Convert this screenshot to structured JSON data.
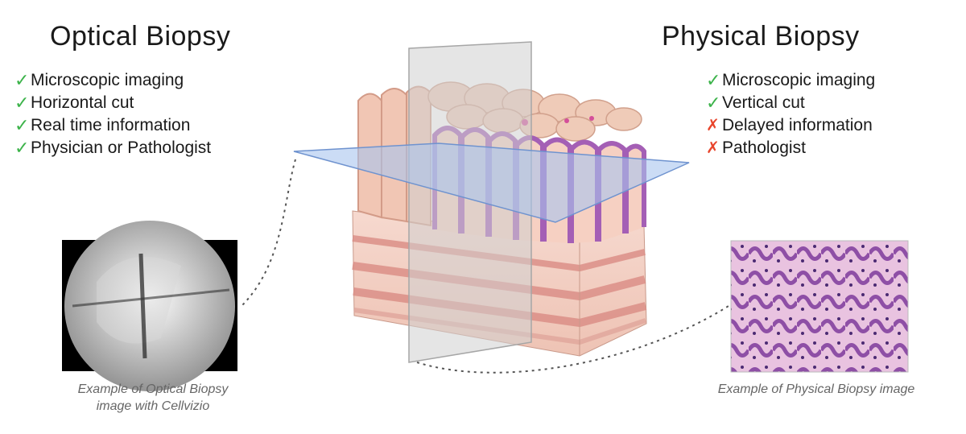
{
  "optical": {
    "title": "Optical Biopsy",
    "items": [
      {
        "mark": "ok",
        "text": "Microscopic imaging"
      },
      {
        "mark": "ok",
        "text": "Horizontal cut"
      },
      {
        "mark": "ok",
        "text": "Real time information"
      },
      {
        "mark": "ok",
        "text": "Physician or Pathologist"
      }
    ],
    "caption_line1": "Example of Optical Biopsy",
    "caption_line2": "image with Cellvizio"
  },
  "physical": {
    "title": "Physical Biopsy",
    "items": [
      {
        "mark": "ok",
        "text": "Microscopic imaging"
      },
      {
        "mark": "ok",
        "text": "Vertical cut"
      },
      {
        "mark": "no",
        "text": "Delayed information"
      },
      {
        "mark": "no",
        "text": "Pathologist"
      }
    ],
    "caption": "Example of Physical Biopsy image"
  },
  "marks": {
    "ok": "✓",
    "no": "✗"
  },
  "colors": {
    "check": "#3cb34a",
    "cross": "#e8452c",
    "horizontal_plane": "#a9c4ee",
    "vertical_plane": "#cfcfcf",
    "mucosa": "#a45fb5"
  }
}
